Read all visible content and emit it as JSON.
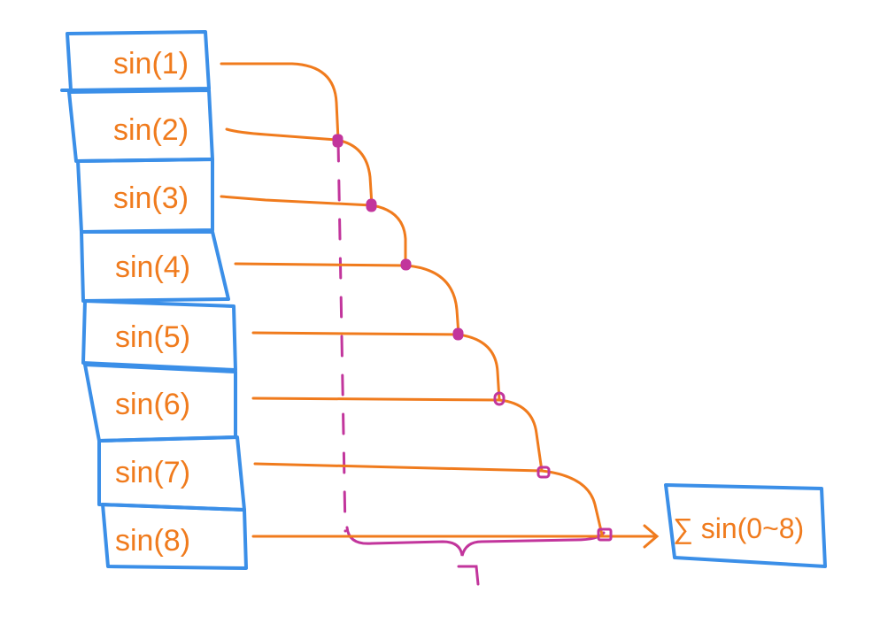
{
  "colors": {
    "box_stroke": "#3b8fe8",
    "text": "#f07b1d",
    "arrow": "#f07b1d",
    "marker": "#c2359c",
    "dashed_line": "#c2359c",
    "brace": "#c2359c",
    "background": "#ffffff"
  },
  "cells": [
    {
      "label": "sin(1)"
    },
    {
      "label": "sin(2)"
    },
    {
      "label": "sin(3)"
    },
    {
      "label": "sin(4)"
    },
    {
      "label": "sin(5)"
    },
    {
      "label": "sin(6)"
    },
    {
      "label": "sin(7)"
    },
    {
      "label": "sin(8)"
    }
  ],
  "result": {
    "label": "∑ sin(0~8)"
  }
}
